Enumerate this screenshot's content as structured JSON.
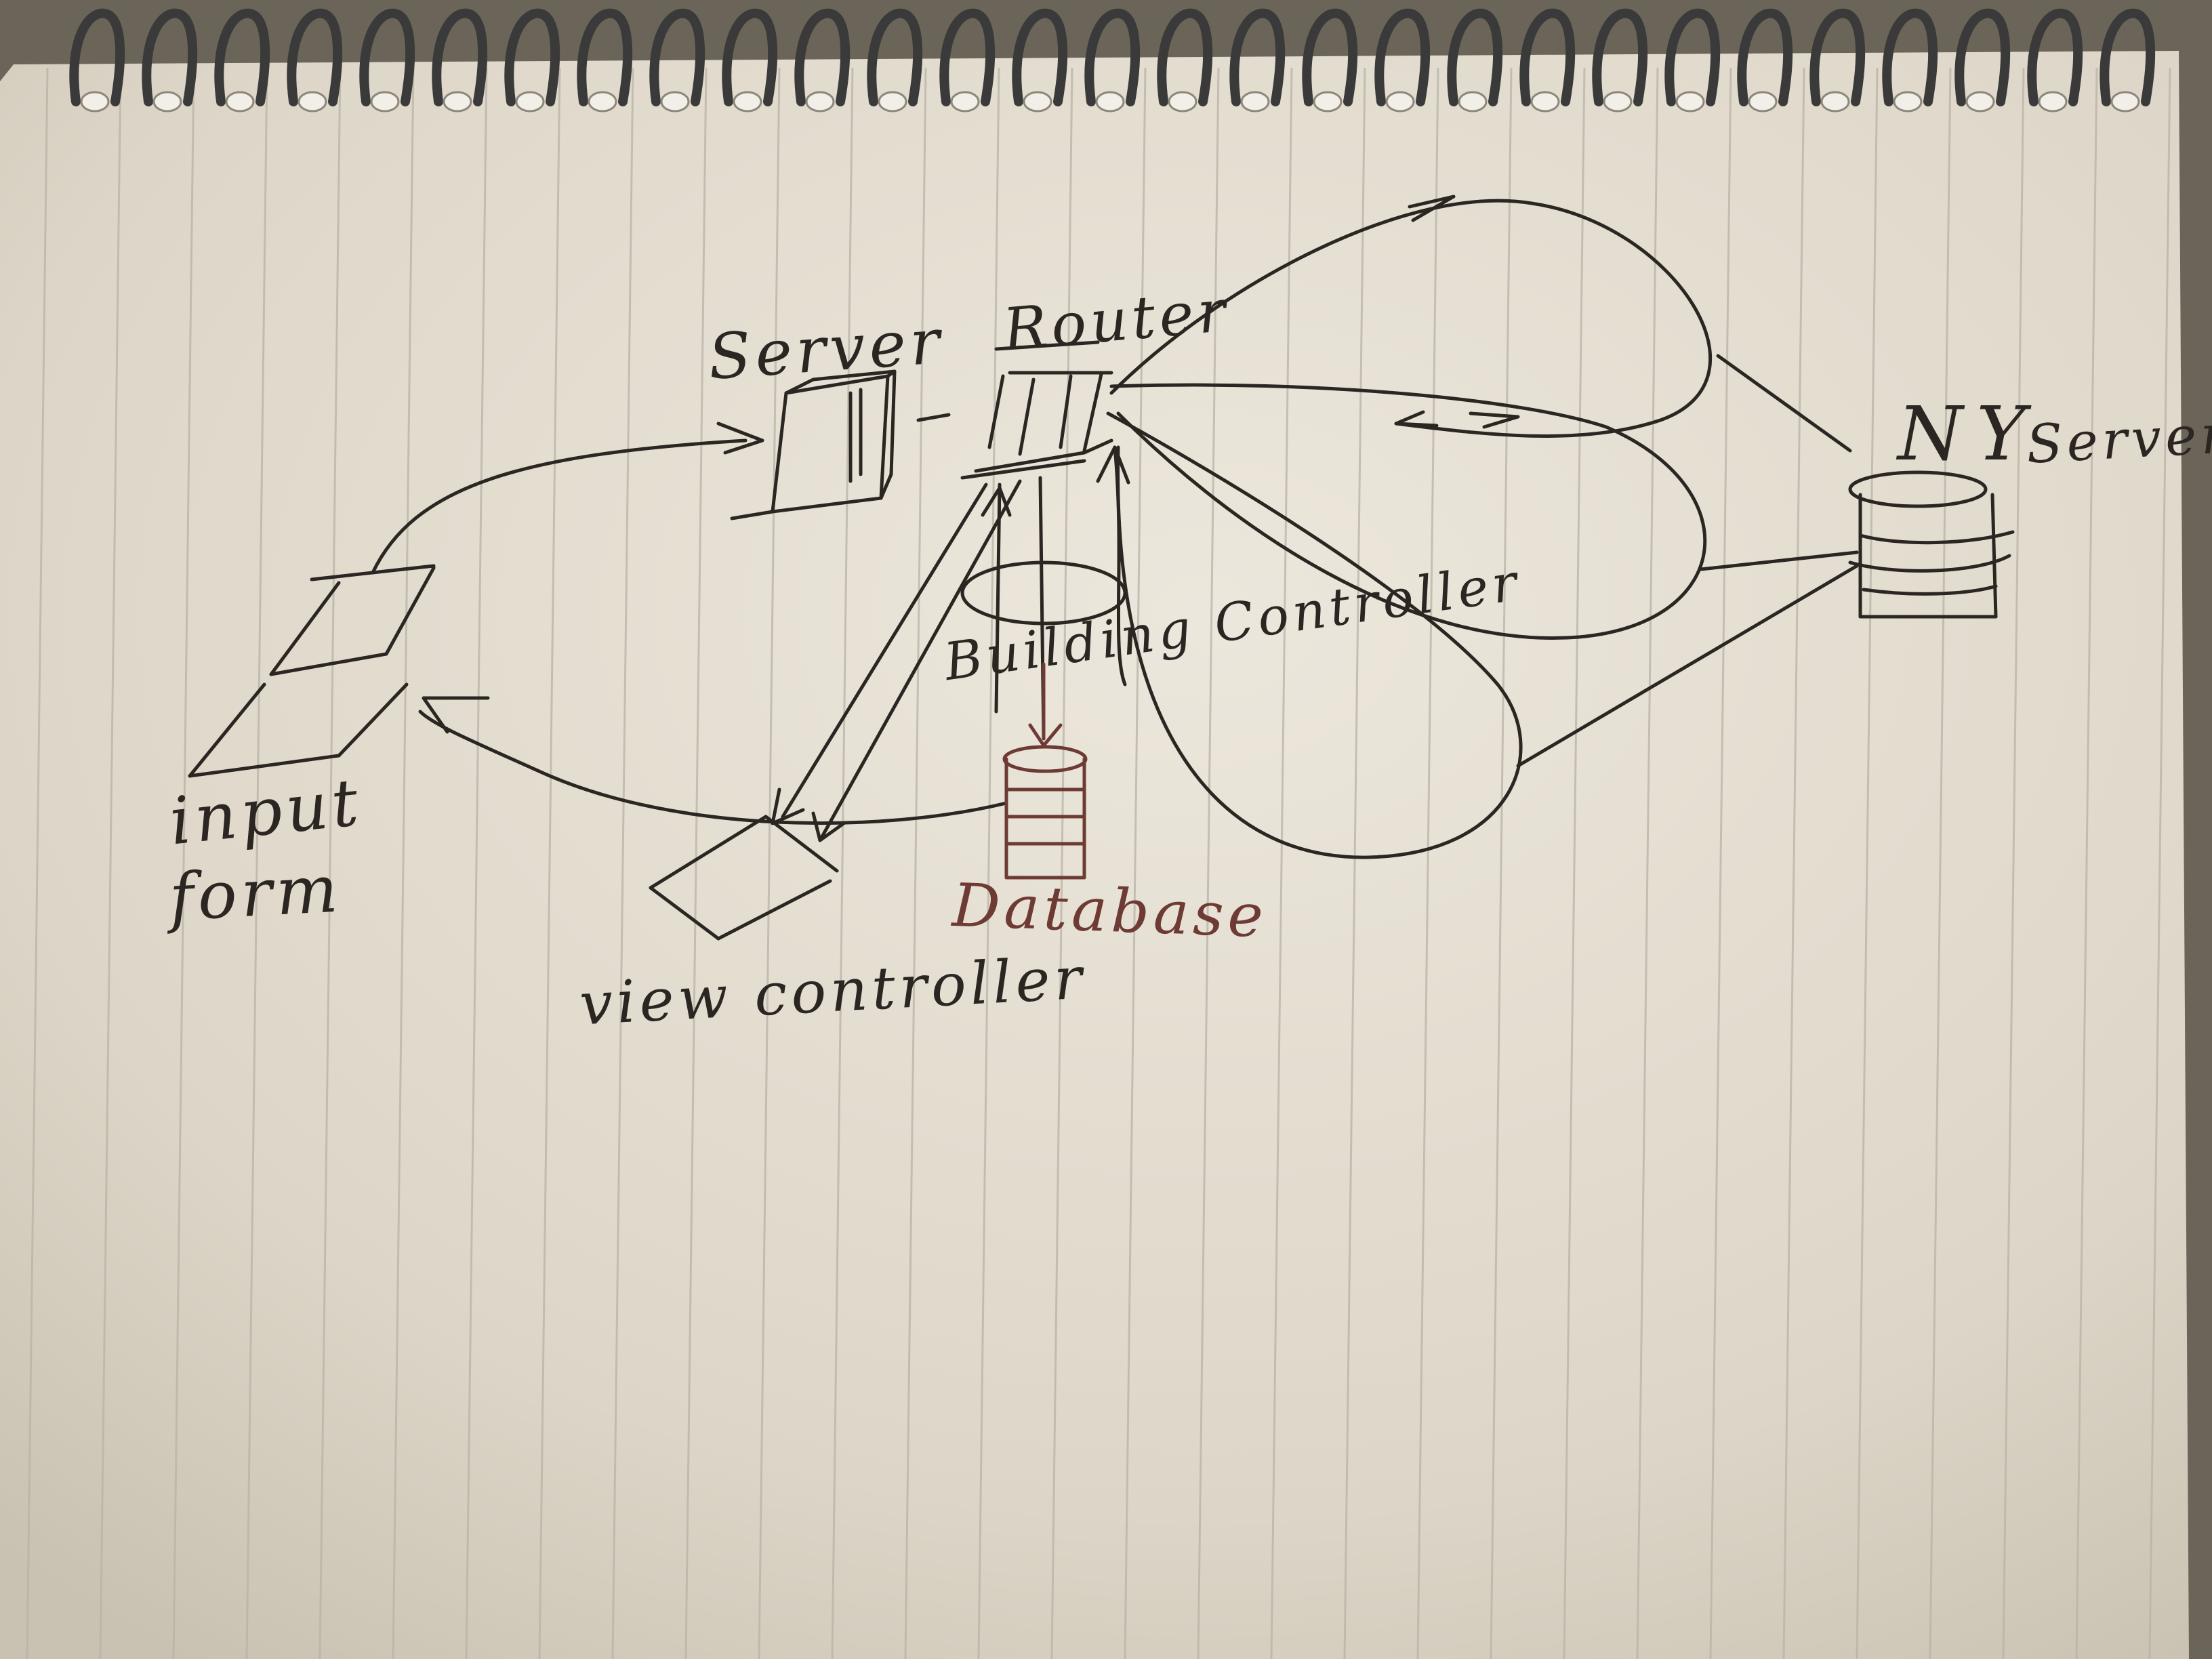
{
  "diagram": {
    "nodes": [
      {
        "id": "server-left",
        "shape": "box",
        "label": "Server"
      },
      {
        "id": "router",
        "shape": "box",
        "label": "Router"
      },
      {
        "id": "server-right",
        "shape": "cylinder",
        "label": "Server",
        "sublabel": "NY"
      },
      {
        "id": "building-controller",
        "shape": "ellipse",
        "label": "Building Controller"
      },
      {
        "id": "database",
        "shape": "cylinder",
        "label": "Database"
      },
      {
        "id": "input-form",
        "shape": "parallelogram",
        "label_line1": "input",
        "label_line2": "form"
      },
      {
        "id": "view-controller",
        "shape": "parallelogram",
        "label": "view controller"
      }
    ],
    "edges": [
      {
        "from": "input-form",
        "to": "server-left",
        "arrow": true
      },
      {
        "from": "server-left",
        "to": "router",
        "arrow": false
      },
      {
        "from": "router",
        "to": "server-right",
        "arrow": true
      },
      {
        "from": "router",
        "to": "view-controller",
        "arrow": true
      },
      {
        "from": "database",
        "to": "router",
        "arrow": true
      },
      {
        "from": "building-controller",
        "to": "database",
        "arrow": true
      },
      {
        "from": "database",
        "to": "input-form",
        "arrow": true
      }
    ]
  },
  "colors": {
    "ink": "#2b2622",
    "red_ink": "#6e3b34",
    "paper": "#e3ddd0",
    "rule_line": "#b9b3a7",
    "spiral": "#3a3a3a",
    "background": "#6b6458"
  }
}
